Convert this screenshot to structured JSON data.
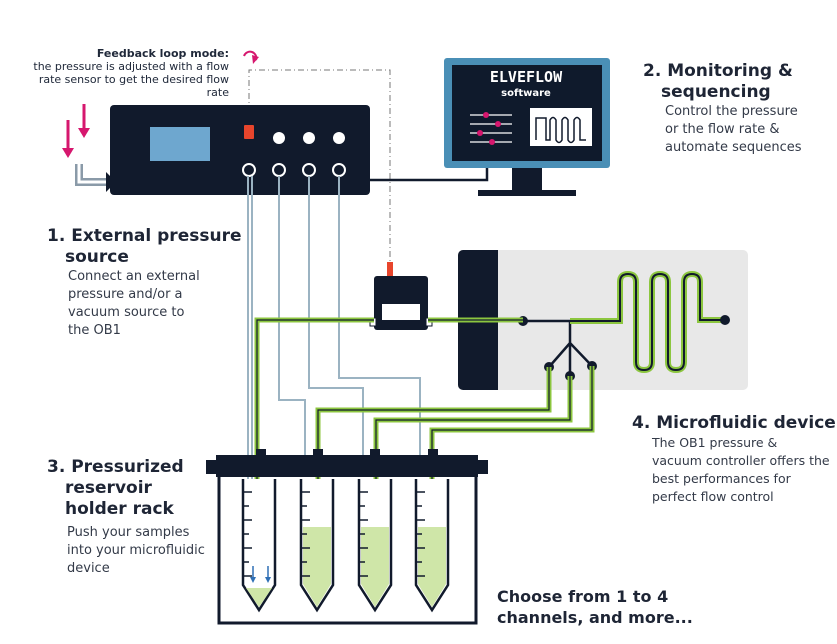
{
  "feedback": {
    "title": "Feedback loop mode:",
    "line1": "the pressure is adjusted with a flow",
    "line2": "rate sensor to get the desired flow",
    "line3": "rate"
  },
  "monitoring": {
    "heading_line1": "2. Monitoring &",
    "heading_line2": "sequencing",
    "desc_line1": "Control the pressure",
    "desc_line2": "or the flow rate &",
    "desc_line3": "automate sequences"
  },
  "software": {
    "brand": "ELVEFLOW",
    "label": "software"
  },
  "external": {
    "heading_line1": "1. External pressure",
    "heading_line2": "source",
    "desc_line1": "Connect an external",
    "desc_line2": "pressure and/or a",
    "desc_line3": "vacuum source to",
    "desc_line4": "the OB1"
  },
  "microfluidic": {
    "heading": "4. Microfluidic device",
    "desc_line1": "The OB1 pressure &",
    "desc_line2": "vacuum controller offers the",
    "desc_line3": "best performances for",
    "desc_line4": "perfect flow control"
  },
  "reservoir": {
    "heading_line1": "3. Pressurized",
    "heading_line2": "reservoir",
    "heading_line3": "holder rack",
    "desc_line1": "Push your samples",
    "desc_line2": "into your microfluidic",
    "desc_line3": "device"
  },
  "channels": {
    "line1": "Choose from 1 to 4",
    "line2": "channels, and more..."
  },
  "colors": {
    "navy": "#111a2c",
    "magenta": "#d6176e",
    "green": "#8cc63f",
    "blue_gray": "#9bb3c2",
    "monitor_blue": "#4a8fb6",
    "device_gray": "#e8e8e8"
  }
}
